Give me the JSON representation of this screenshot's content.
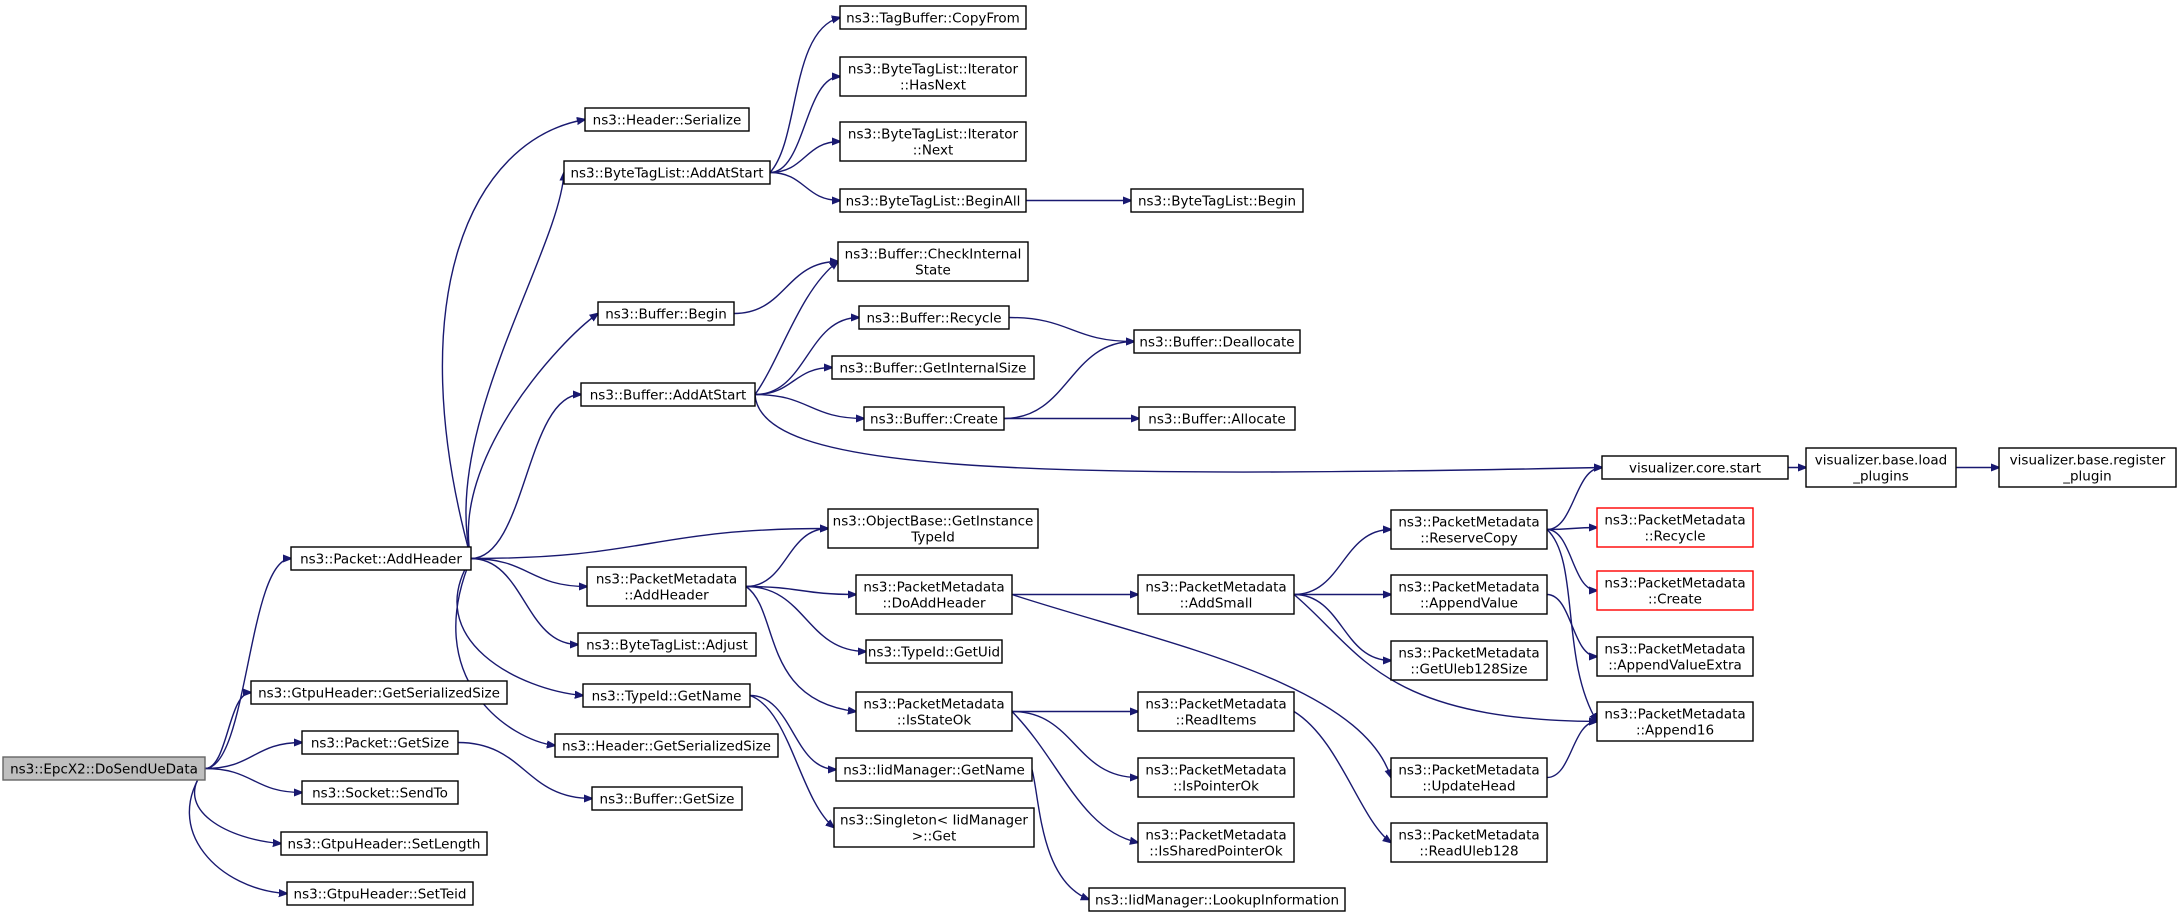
{
  "diagram": {
    "type": "call-graph",
    "root": "doSendUeData",
    "colors": {
      "edge": "#191970",
      "root_fill": "#bfbfbf",
      "truncated_border": "#ff0000"
    },
    "nodes": [
      {
        "id": "doSendUeData",
        "lines": [
          "ns3::EpcX2::DoSendUeData"
        ]
      },
      {
        "id": "pktAddHeader",
        "lines": [
          "ns3::Packet::AddHeader"
        ]
      },
      {
        "id": "gtpuGetSerSize",
        "lines": [
          "ns3::GtpuHeader::GetSerializedSize"
        ]
      },
      {
        "id": "pktGetSize",
        "lines": [
          "ns3::Packet::GetSize"
        ]
      },
      {
        "id": "socketSendTo",
        "lines": [
          "ns3::Socket::SendTo"
        ]
      },
      {
        "id": "gtpuSetLength",
        "lines": [
          "ns3::GtpuHeader::SetLength"
        ]
      },
      {
        "id": "gtpuSetTeid",
        "lines": [
          "ns3::GtpuHeader::SetTeid"
        ]
      },
      {
        "id": "hdrSerialize",
        "lines": [
          "ns3::Header::Serialize"
        ]
      },
      {
        "id": "btlAddAtStart",
        "lines": [
          "ns3::ByteTagList::AddAtStart"
        ]
      },
      {
        "id": "bufBegin",
        "lines": [
          "ns3::Buffer::Begin"
        ]
      },
      {
        "id": "bufAddAtStart",
        "lines": [
          "ns3::Buffer::AddAtStart"
        ]
      },
      {
        "id": "pmAddHeader",
        "lines": [
          "ns3::PacketMetadata",
          "::AddHeader"
        ]
      },
      {
        "id": "btlAdjust",
        "lines": [
          "ns3::ByteTagList::Adjust"
        ]
      },
      {
        "id": "typeIdGetName",
        "lines": [
          "ns3::TypeId::GetName"
        ]
      },
      {
        "id": "hdrGetSerSize",
        "lines": [
          "ns3::Header::GetSerializedSize"
        ]
      },
      {
        "id": "bufGetSize",
        "lines": [
          "ns3::Buffer::GetSize"
        ]
      },
      {
        "id": "tagBufCopyFrom",
        "lines": [
          "ns3::TagBuffer::CopyFrom"
        ]
      },
      {
        "id": "btlIterHasNext",
        "lines": [
          "ns3::ByteTagList::Iterator",
          "::HasNext"
        ]
      },
      {
        "id": "btlIterNext",
        "lines": [
          "ns3::ByteTagList::Iterator",
          "::Next"
        ]
      },
      {
        "id": "btlBeginAll",
        "lines": [
          "ns3::ByteTagList::BeginAll"
        ]
      },
      {
        "id": "btlBegin",
        "lines": [
          "ns3::ByteTagList::Begin"
        ]
      },
      {
        "id": "bufCheckInternal",
        "lines": [
          "ns3::Buffer::CheckInternal",
          "State"
        ]
      },
      {
        "id": "bufRecycle",
        "lines": [
          "ns3::Buffer::Recycle"
        ]
      },
      {
        "id": "bufDeallocate",
        "lines": [
          "ns3::Buffer::Deallocate"
        ]
      },
      {
        "id": "bufGetInternalSize",
        "lines": [
          "ns3::Buffer::GetInternalSize"
        ]
      },
      {
        "id": "bufCreate",
        "lines": [
          "ns3::Buffer::Create"
        ]
      },
      {
        "id": "bufAllocate",
        "lines": [
          "ns3::Buffer::Allocate"
        ]
      },
      {
        "id": "vizCoreStart",
        "lines": [
          "visualizer.core.start"
        ]
      },
      {
        "id": "vizLoadPlugins",
        "lines": [
          "visualizer.base.load",
          "_plugins"
        ]
      },
      {
        "id": "vizRegisterPlugin",
        "lines": [
          "visualizer.base.register",
          "_plugin"
        ]
      },
      {
        "id": "objGetInstanceTypeId",
        "lines": [
          "ns3::ObjectBase::GetInstance",
          "TypeId"
        ]
      },
      {
        "id": "pmDoAddHeader",
        "lines": [
          "ns3::PacketMetadata",
          "::DoAddHeader"
        ]
      },
      {
        "id": "typeIdGetUid",
        "lines": [
          "ns3::TypeId::GetUid"
        ]
      },
      {
        "id": "pmIsStateOk",
        "lines": [
          "ns3::PacketMetadata",
          "::IsStateOk"
        ]
      },
      {
        "id": "iidGetName",
        "lines": [
          "ns3::IidManager::GetName"
        ]
      },
      {
        "id": "singletonGet",
        "lines": [
          "ns3::Singleton< IidManager",
          ">::Get"
        ]
      },
      {
        "id": "iidLookupInfo",
        "lines": [
          "ns3::IidManager::LookupInformation"
        ]
      },
      {
        "id": "pmAddSmall",
        "lines": [
          "ns3::PacketMetadata",
          "::AddSmall"
        ]
      },
      {
        "id": "pmReadItems",
        "lines": [
          "ns3::PacketMetadata",
          "::ReadItems"
        ]
      },
      {
        "id": "pmIsPointerOk",
        "lines": [
          "ns3::PacketMetadata",
          "::IsPointerOk"
        ]
      },
      {
        "id": "pmIsSharedPointerOk",
        "lines": [
          "ns3::PacketMetadata",
          "::IsSharedPointerOk"
        ]
      },
      {
        "id": "pmReserveCopy",
        "lines": [
          "ns3::PacketMetadata",
          "::ReserveCopy"
        ]
      },
      {
        "id": "pmAppendValue",
        "lines": [
          "ns3::PacketMetadata",
          "::AppendValue"
        ]
      },
      {
        "id": "pmGetUleb128Size",
        "lines": [
          "ns3::PacketMetadata",
          "::GetUleb128Size"
        ]
      },
      {
        "id": "pmUpdateHead",
        "lines": [
          "ns3::PacketMetadata",
          "::UpdateHead"
        ]
      },
      {
        "id": "pmReadUleb128",
        "lines": [
          "ns3::PacketMetadata",
          "::ReadUleb128"
        ]
      },
      {
        "id": "pmRecycle",
        "lines": [
          "ns3::PacketMetadata",
          "::Recycle"
        ],
        "truncated": true
      },
      {
        "id": "pmCreate",
        "lines": [
          "ns3::PacketMetadata",
          "::Create"
        ],
        "truncated": true
      },
      {
        "id": "pmAppendValueExtra",
        "lines": [
          "ns3::PacketMetadata",
          "::AppendValueExtra"
        ]
      },
      {
        "id": "pmAppend16",
        "lines": [
          "ns3::PacketMetadata",
          "::Append16"
        ]
      }
    ],
    "edges": [
      [
        "doSendUeData",
        "pktAddHeader"
      ],
      [
        "doSendUeData",
        "gtpuGetSerSize"
      ],
      [
        "doSendUeData",
        "pktGetSize"
      ],
      [
        "doSendUeData",
        "socketSendTo"
      ],
      [
        "doSendUeData",
        "gtpuSetLength"
      ],
      [
        "doSendUeData",
        "gtpuSetTeid"
      ],
      [
        "pktAddHeader",
        "hdrSerialize"
      ],
      [
        "pktAddHeader",
        "btlAddAtStart"
      ],
      [
        "pktAddHeader",
        "bufBegin"
      ],
      [
        "pktAddHeader",
        "bufAddAtStart"
      ],
      [
        "pktAddHeader",
        "objGetInstanceTypeId"
      ],
      [
        "pktAddHeader",
        "pmAddHeader"
      ],
      [
        "pktAddHeader",
        "btlAdjust"
      ],
      [
        "pktAddHeader",
        "typeIdGetName"
      ],
      [
        "pktAddHeader",
        "hdrGetSerSize"
      ],
      [
        "pktGetSize",
        "bufGetSize"
      ],
      [
        "btlAddAtStart",
        "tagBufCopyFrom"
      ],
      [
        "btlAddAtStart",
        "btlIterHasNext"
      ],
      [
        "btlAddAtStart",
        "btlIterNext"
      ],
      [
        "btlAddAtStart",
        "btlBeginAll"
      ],
      [
        "btlBeginAll",
        "btlBegin"
      ],
      [
        "bufBegin",
        "bufCheckInternal"
      ],
      [
        "bufAddAtStart",
        "bufCheckInternal"
      ],
      [
        "bufAddAtStart",
        "bufRecycle"
      ],
      [
        "bufAddAtStart",
        "bufGetInternalSize"
      ],
      [
        "bufAddAtStart",
        "bufCreate"
      ],
      [
        "bufAddAtStart",
        "vizCoreStart"
      ],
      [
        "bufRecycle",
        "bufDeallocate"
      ],
      [
        "bufCreate",
        "bufDeallocate"
      ],
      [
        "bufCreate",
        "bufAllocate"
      ],
      [
        "vizCoreStart",
        "vizLoadPlugins"
      ],
      [
        "vizLoadPlugins",
        "vizRegisterPlugin"
      ],
      [
        "pmAddHeader",
        "objGetInstanceTypeId"
      ],
      [
        "pmAddHeader",
        "pmDoAddHeader"
      ],
      [
        "pmAddHeader",
        "typeIdGetUid"
      ],
      [
        "pmAddHeader",
        "pmIsStateOk"
      ],
      [
        "typeIdGetName",
        "iidGetName"
      ],
      [
        "typeIdGetName",
        "singletonGet"
      ],
      [
        "iidGetName",
        "iidLookupInfo"
      ],
      [
        "pmDoAddHeader",
        "pmAddSmall"
      ],
      [
        "pmDoAddHeader",
        "pmUpdateHead"
      ],
      [
        "pmIsStateOk",
        "pmReadItems"
      ],
      [
        "pmIsStateOk",
        "pmIsPointerOk"
      ],
      [
        "pmIsStateOk",
        "pmIsSharedPointerOk"
      ],
      [
        "pmReadItems",
        "pmReadUleb128"
      ],
      [
        "pmAddSmall",
        "pmReserveCopy"
      ],
      [
        "pmAddSmall",
        "pmAppendValue"
      ],
      [
        "pmAddSmall",
        "pmGetUleb128Size"
      ],
      [
        "pmAddSmall",
        "pmAppend16"
      ],
      [
        "pmReserveCopy",
        "vizCoreStart"
      ],
      [
        "pmReserveCopy",
        "pmRecycle"
      ],
      [
        "pmReserveCopy",
        "pmCreate"
      ],
      [
        "pmReserveCopy",
        "pmAppend16"
      ],
      [
        "pmAppendValue",
        "pmAppendValueExtra"
      ],
      [
        "pmUpdateHead",
        "pmAppend16"
      ]
    ]
  }
}
